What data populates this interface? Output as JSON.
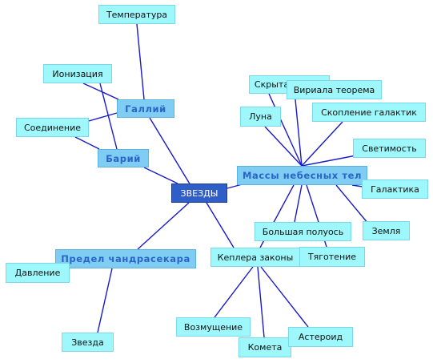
{
  "mindmap": {
    "root": {
      "label": "ЗВЕЗДЫ"
    },
    "hubs": {
      "gallium": "Галлий",
      "barium": "Барий",
      "celestial_masses": "Массы небесных тел",
      "chandrasekhar_limit": "Предел чандрасекара",
      "kepler_laws": "Кеплера законы"
    },
    "leaves": {
      "temperature": "Температура",
      "ionization": "Ионизация",
      "compound": "Соединение",
      "hidden_mass": "Скрытая масса",
      "virial_theorem": "Вириала теорема",
      "moon": "Луна",
      "galaxy_cluster": "Скопление галактик",
      "luminosity": "Светимость",
      "galaxy": "Галактика",
      "earth": "Земля",
      "semi_major_axis": "Большая полуось",
      "gravitation": "Тяготение",
      "pressure": "Давление",
      "star": "Звезда",
      "perturbation": "Возмущение",
      "comet": "Комета",
      "asteroid": "Астероид"
    }
  },
  "colors": {
    "edge": "#1a1ac8",
    "root_fill": "#2f5ec8",
    "hub_fill": "#7fcdf3",
    "hub_text": "#2a64c8",
    "leaf_fill": "#9ef8fb"
  }
}
